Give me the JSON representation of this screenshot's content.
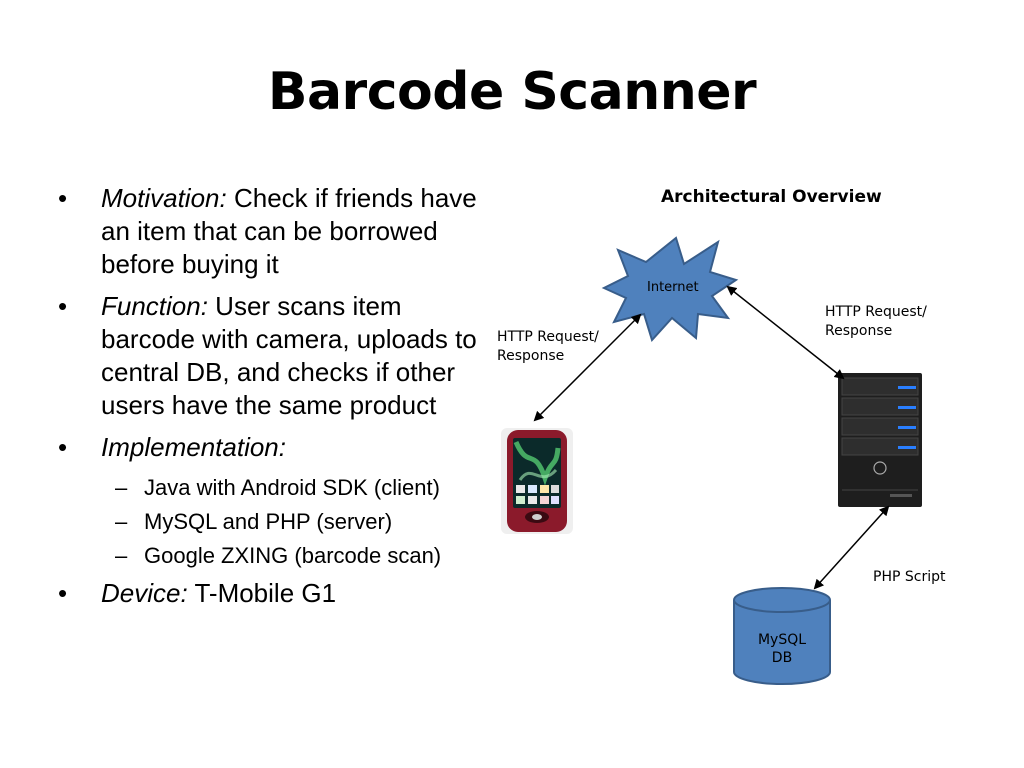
{
  "slide": {
    "title": "Barcode Scanner",
    "bullets": [
      {
        "label": "Motivation:",
        "text": " Check if friends have an item that can be borrowed before buying it"
      },
      {
        "label": "Function:",
        "text": " User scans item barcode with camera, uploads to central DB, and checks if other users have the same product"
      },
      {
        "label": "Implementation:",
        "text": ""
      },
      {
        "label": "Device:",
        "text": " T-Mobile G1"
      }
    ],
    "implementation_items": [
      "Java with Android SDK (client)",
      "MySQL and PHP (server)",
      "Google ZXING (barcode scan)"
    ],
    "bullet_glyph": "•",
    "dash_glyph": "–"
  },
  "diagram": {
    "title": "Architectural Overview",
    "internet_label": "Internet",
    "left_link_label": "HTTP Request/\nResponse",
    "right_link_label": "HTTP Request/\nResponse",
    "db_link_label": "PHP Script",
    "db_label": "MySQL\nDB",
    "colors": {
      "shape_fill": "#4f81bd",
      "shape_stroke": "#385d8a",
      "phone_body": "#8b1a2b",
      "server_body": "#1e1e1e",
      "server_led": "#2a7fff"
    }
  }
}
